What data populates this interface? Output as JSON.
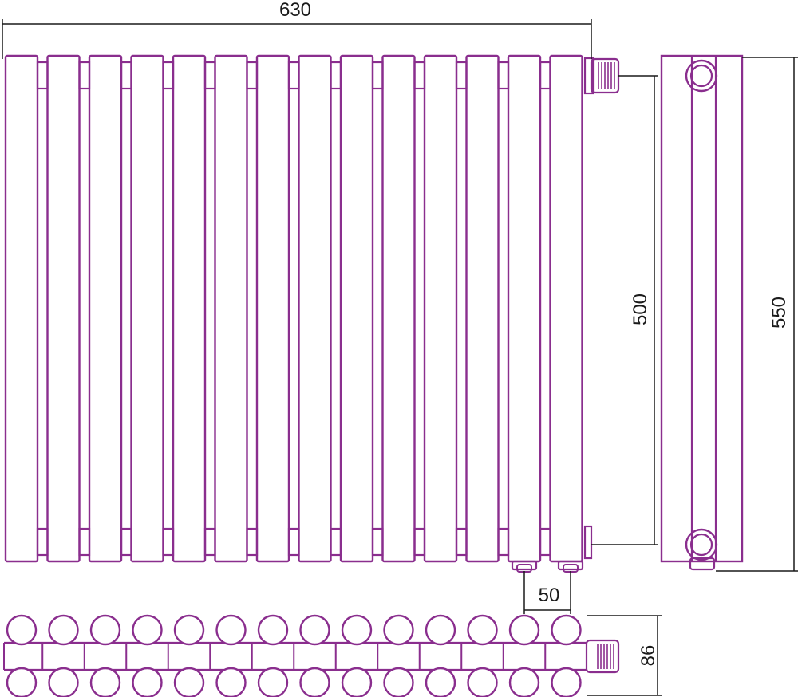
{
  "drawing": {
    "outline_color": "#8a2e8e",
    "dim_color": "#1a1a1a",
    "section_count": 14,
    "dimensions": {
      "overall_width": "630",
      "center_distance": "500",
      "overall_height": "550",
      "connection_spacing": "50",
      "depth": "86"
    }
  }
}
